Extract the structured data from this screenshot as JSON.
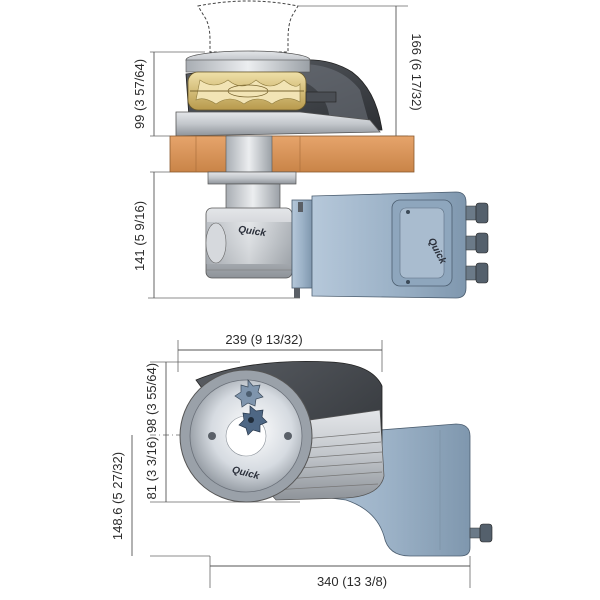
{
  "dimensions": {
    "top_height_imperial": "166 (6 17/32)",
    "top_above_deck": "99 (3 57/64)",
    "top_below_deck": "141 (5 9/16)",
    "bottom_width_top": "239 (9 13/32)",
    "bottom_upper_height": "98 (3 55/64)",
    "bottom_mid_height": "81 (3 3/16)",
    "bottom_total_height": "148.6 (5 27/32)",
    "bottom_total_width": "340 (13 3/8)"
  },
  "brand": {
    "logo": "Quick"
  },
  "colors": {
    "deck": "#d9945a",
    "motor_blue": "#9fb4c9",
    "metal": "#bfc3c8",
    "dark": "#3a3d42",
    "gold": "#d8c07a"
  }
}
